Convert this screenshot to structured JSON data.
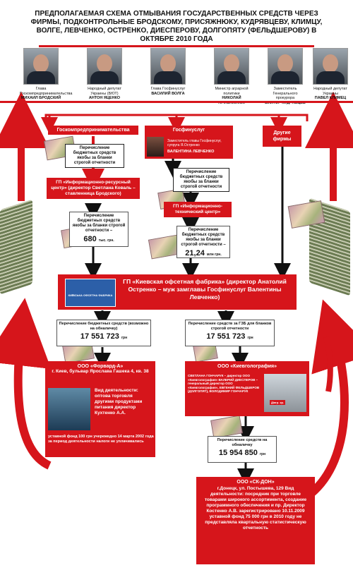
{
  "title": "ПРЕДПОЛАГАЕМАЯ СХЕМА ОТМЫВАНИЯ ГОСУДАРСТВЕННЫХ СРЕДСТВ ЧЕРЕЗ ФИРМЫ, ПОДКОНТРОЛЬНЫЕ БРОДСКОМУ, ПРИСЯЖНЮКУ, КУДРЯВЦЕВУ, КЛИМЦУ, ВОЛГЕ, ЛЕВЧЕНКО, ОСТРЕНКО, ДИЕСПЕРОВУ, ДОЛГОПЯТУ (ФЕЛЬДШЕРОВУ) В ОКТЯБРЕ 2010 ГОДА",
  "people": [
    {
      "role": "Глава Госкомпредпринимательства",
      "name": "МИХАИЛ БРОДСКИЙ"
    },
    {
      "role": "Народный депутат Украины (БЮТ)",
      "name": "АНТОН ЯЦЕНКО"
    },
    {
      "role": "Глава Госфинуслуг",
      "name": "ВАСИЛИЙ ВОЛГА"
    },
    {
      "role": "Министр аграрной политики",
      "name": "НИКОЛАЙ ПРИСЯЖНЮК"
    },
    {
      "role": "Заместитель Генерального прокурора",
      "name": "ВИКТОР КУДРЯВЦЕВ"
    },
    {
      "role": "Народный депутат Украины",
      "name": "ПАВЕЛ КЛИМЕЦ"
    }
  ],
  "left_col": {
    "header": "Госкомпредпринимательства",
    "transfer": "Перечисление бюджетных средств якобы за бланки строгой отчетности",
    "enterprise": "ГП «Информационно-ресурсный центр» (директор Светлана Коваль – ставленница Бродского)",
    "transfer2": "Перечисление бюджетных средств якобы за бланки строгой отчетности –",
    "amount": "680",
    "unit": "тыс. грн."
  },
  "mid_col": {
    "header": "Госфинуслуг",
    "deputy": "Заместитель главы Госфинуслуг, супруга Я.Остренко",
    "deputy_name": "ВАЛЕНТИНА ЛЕВЧЕНКО",
    "transfer": "Перечисление бюджетных средств якобы за бланки строгой отчетности",
    "enterprise": "ГП «Информационно-технический центр»",
    "transfer2": "Перечисление бюджетных средств якобы за бланки строгой отчетности –",
    "amount": "21,24",
    "unit": "млн грн."
  },
  "right_col": {
    "header": "Другие фирмы"
  },
  "central": {
    "text": "ГП «Киевская офсетная фабрика» (директор Анатолий Остренко – муж замглавы Госфинуслуг Валентины Левченко)",
    "sign": "КИЇВСЬКА ОФСЕТНА ФАБРИКА"
  },
  "left_out": {
    "label": "Перечисление бюджетных средств (возможно на обналичку)",
    "amount": "17 551 723",
    "unit": "грн"
  },
  "right_out": {
    "label": "Перечисление средств за ГЗБ для бланков строгой отчетности",
    "amount": "17 551 723",
    "unit": "грн"
  },
  "forward": {
    "title": "ООО «Форвард-А»",
    "address": "г. Киев, бульвар Ярослава Гашека 4, кв. 38",
    "activity": "Вид деятельности: оптова торговля другими продуктами питания директор Кухтенко А.А.",
    "footer": "уставной фонд 100 грн учережедно 14 марта 2002 года за период деятельности налоги не уплачивались"
  },
  "kievgolo": {
    "title": "ООО «Киевголография»",
    "text": "СВЕТЛАНА ГОНЧАРУК – директор ООО «Киевголография» ВАЛЕРИЙ ДИЕСПЕРОВ – генеральный директор ООО «Киевголография», ЕВГЕНИЙ ФЕЛЬДШЕРОВ (ДОЛГОПЯТ), ВОЛОДИМИР ГОНЧАРУК",
    "photo_label": "Діагр. кр."
  },
  "cash": {
    "label": "Перечисление средств на обналичку",
    "amount": "15 954 850",
    "unit": "грн"
  },
  "skdon": {
    "title": "ООО «СК-ДОН»",
    "text": "г.Донецк, ул. Постышева, 129 Вид деятельности: посредник при торговле товарами широкого ассортимента, создание программного обеспечения и пр. Директор Костенко А.В. зарегистрировано 10.11.2009 уставной фонд 75 000 грн в 2010 году не представляла квартальную статистическую отчетность"
  },
  "colors": {
    "accent": "#d6151b",
    "ink": "#111111"
  }
}
